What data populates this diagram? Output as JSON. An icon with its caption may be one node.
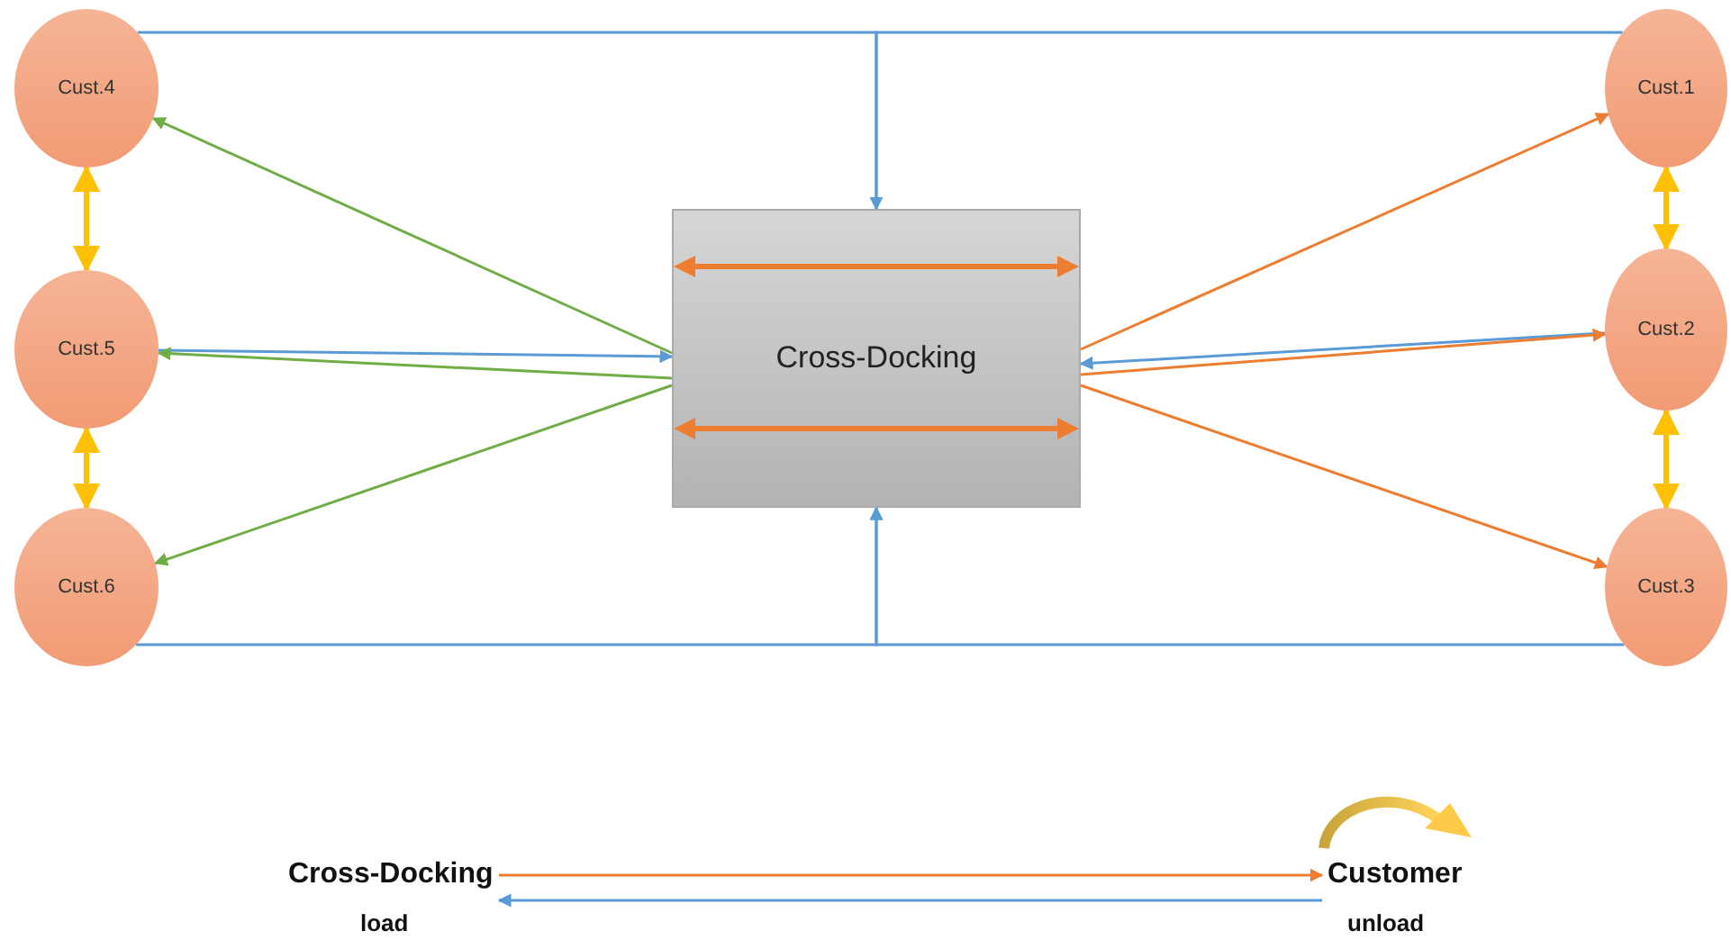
{
  "diagram": {
    "nodes": [
      {
        "text": [
          "Cust.4"
        ]
      },
      {
        "text": [
          "Cust.5"
        ]
      },
      {
        "text": [
          "Cust.6"
        ]
      },
      {
        "text": [
          "Cross-Docking"
        ]
      },
      {
        "text": [
          "Cust.1"
        ]
      },
      {
        "text": [
          "Cust.2"
        ]
      },
      {
        "text": [
          "Cust.3"
        ]
      },
      {
        "text": [
          "Cross-Docking"
        ],
        "beside": [
          "load"
        ]
      },
      {
        "text": [
          "Customer"
        ],
        "beside": [
          "unload"
        ]
      }
    ],
    "edges": [
      {
        "from": 0,
        "to": 3,
        "arrow": "to",
        "color": "#5b9bd5"
      },
      {
        "from": 4,
        "to": 3,
        "arrow": "to",
        "color": "#5b9bd5"
      },
      {
        "from": 2,
        "to": 3,
        "arrow": "to",
        "color": "#5b9bd5"
      },
      {
        "from": 6,
        "to": 3,
        "arrow": "to",
        "color": "#5b9bd5"
      },
      {
        "from": 3,
        "to": 0,
        "arrow": "to",
        "color": "#70ad47"
      },
      {
        "from": 1,
        "to": 3,
        "arrow": "to",
        "color": "#5b9bd5"
      },
      {
        "from": 3,
        "to": 1,
        "arrow": "to",
        "color": "#70ad47"
      },
      {
        "from": 3,
        "to": 2,
        "arrow": "to",
        "color": "#70ad47"
      },
      {
        "from": 5,
        "to": 3,
        "arrow": "to",
        "color": "#5b9bd5"
      },
      {
        "from": 3,
        "to": 4,
        "arrow": "to",
        "color": "#ed7d31"
      },
      {
        "from": 3,
        "to": 5,
        "arrow": "to",
        "color": "#ed7d31"
      },
      {
        "from": 3,
        "to": 6,
        "arrow": "to",
        "color": "#ed7d31"
      },
      {
        "from": 0,
        "to": 1,
        "arrow": "both",
        "style": "thick",
        "color": "#ffc000"
      },
      {
        "from": 1,
        "to": 2,
        "arrow": "both",
        "style": "thick",
        "color": "#ffc000"
      },
      {
        "from": 4,
        "to": 5,
        "arrow": "both",
        "style": "thick",
        "color": "#ffc000"
      },
      {
        "from": 5,
        "to": 6,
        "arrow": "both",
        "style": "thick",
        "color": "#ffc000"
      },
      {
        "from": 7,
        "to": 8,
        "arrow": "to",
        "color": "#ed7d31"
      },
      {
        "from": 8,
        "to": 7,
        "arrow": "to",
        "color": "#5b9bd5"
      }
    ]
  }
}
